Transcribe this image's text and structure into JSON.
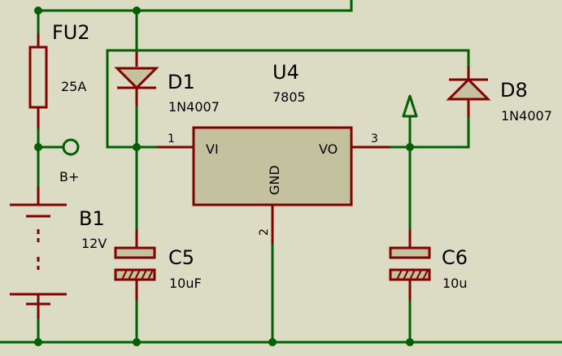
{
  "colors": {
    "background": "#dcdcc5",
    "wire": "#005f00",
    "component": "#800000",
    "body_fill": "#c4c29e",
    "text": "#000000"
  },
  "components": {
    "fuse": {
      "ref": "FU2",
      "value": "25A"
    },
    "battery": {
      "ref": "B1",
      "value": "12V"
    },
    "terminal": {
      "label": "B+"
    },
    "diode1": {
      "ref": "D1",
      "value": "1N4007"
    },
    "diode2": {
      "ref": "D8",
      "value": "1N4007"
    },
    "regulator": {
      "ref": "U4",
      "value": "7805",
      "pin_vi": "VI",
      "pin_vo": "VO",
      "pin_gnd": "GND",
      "pin1": "1",
      "pin2": "2",
      "pin3": "3"
    },
    "cap1": {
      "ref": "C5",
      "value": "10uF"
    },
    "cap2": {
      "ref": "C6",
      "value": "10u"
    }
  }
}
